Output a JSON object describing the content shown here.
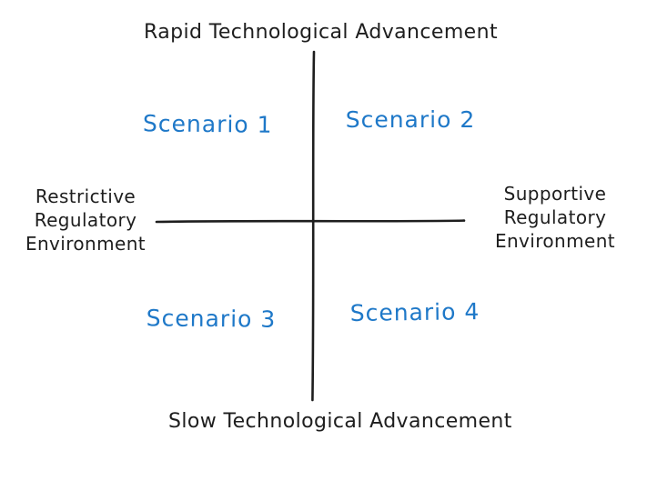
{
  "diagram": {
    "type": "quadrant-matrix",
    "axes": {
      "top": "Rapid Technological Advancement",
      "bottom": "Slow Technological Advancement",
      "left": {
        "line1": "Restrictive",
        "line2": "Regulatory",
        "line3": "Environment"
      },
      "right": {
        "line1": "Supportive",
        "line2": "Regulatory",
        "line3": "Environment"
      }
    },
    "quadrants": {
      "top_left": "Scenario 1",
      "top_right": "Scenario 2",
      "bottom_left": "Scenario 3",
      "bottom_right": "Scenario 4"
    },
    "colors": {
      "axis_stroke": "#1e1e1e",
      "axis_label_text": "#1e1e1e",
      "scenario_text": "#1e78c8",
      "background": "#ffffff"
    }
  }
}
